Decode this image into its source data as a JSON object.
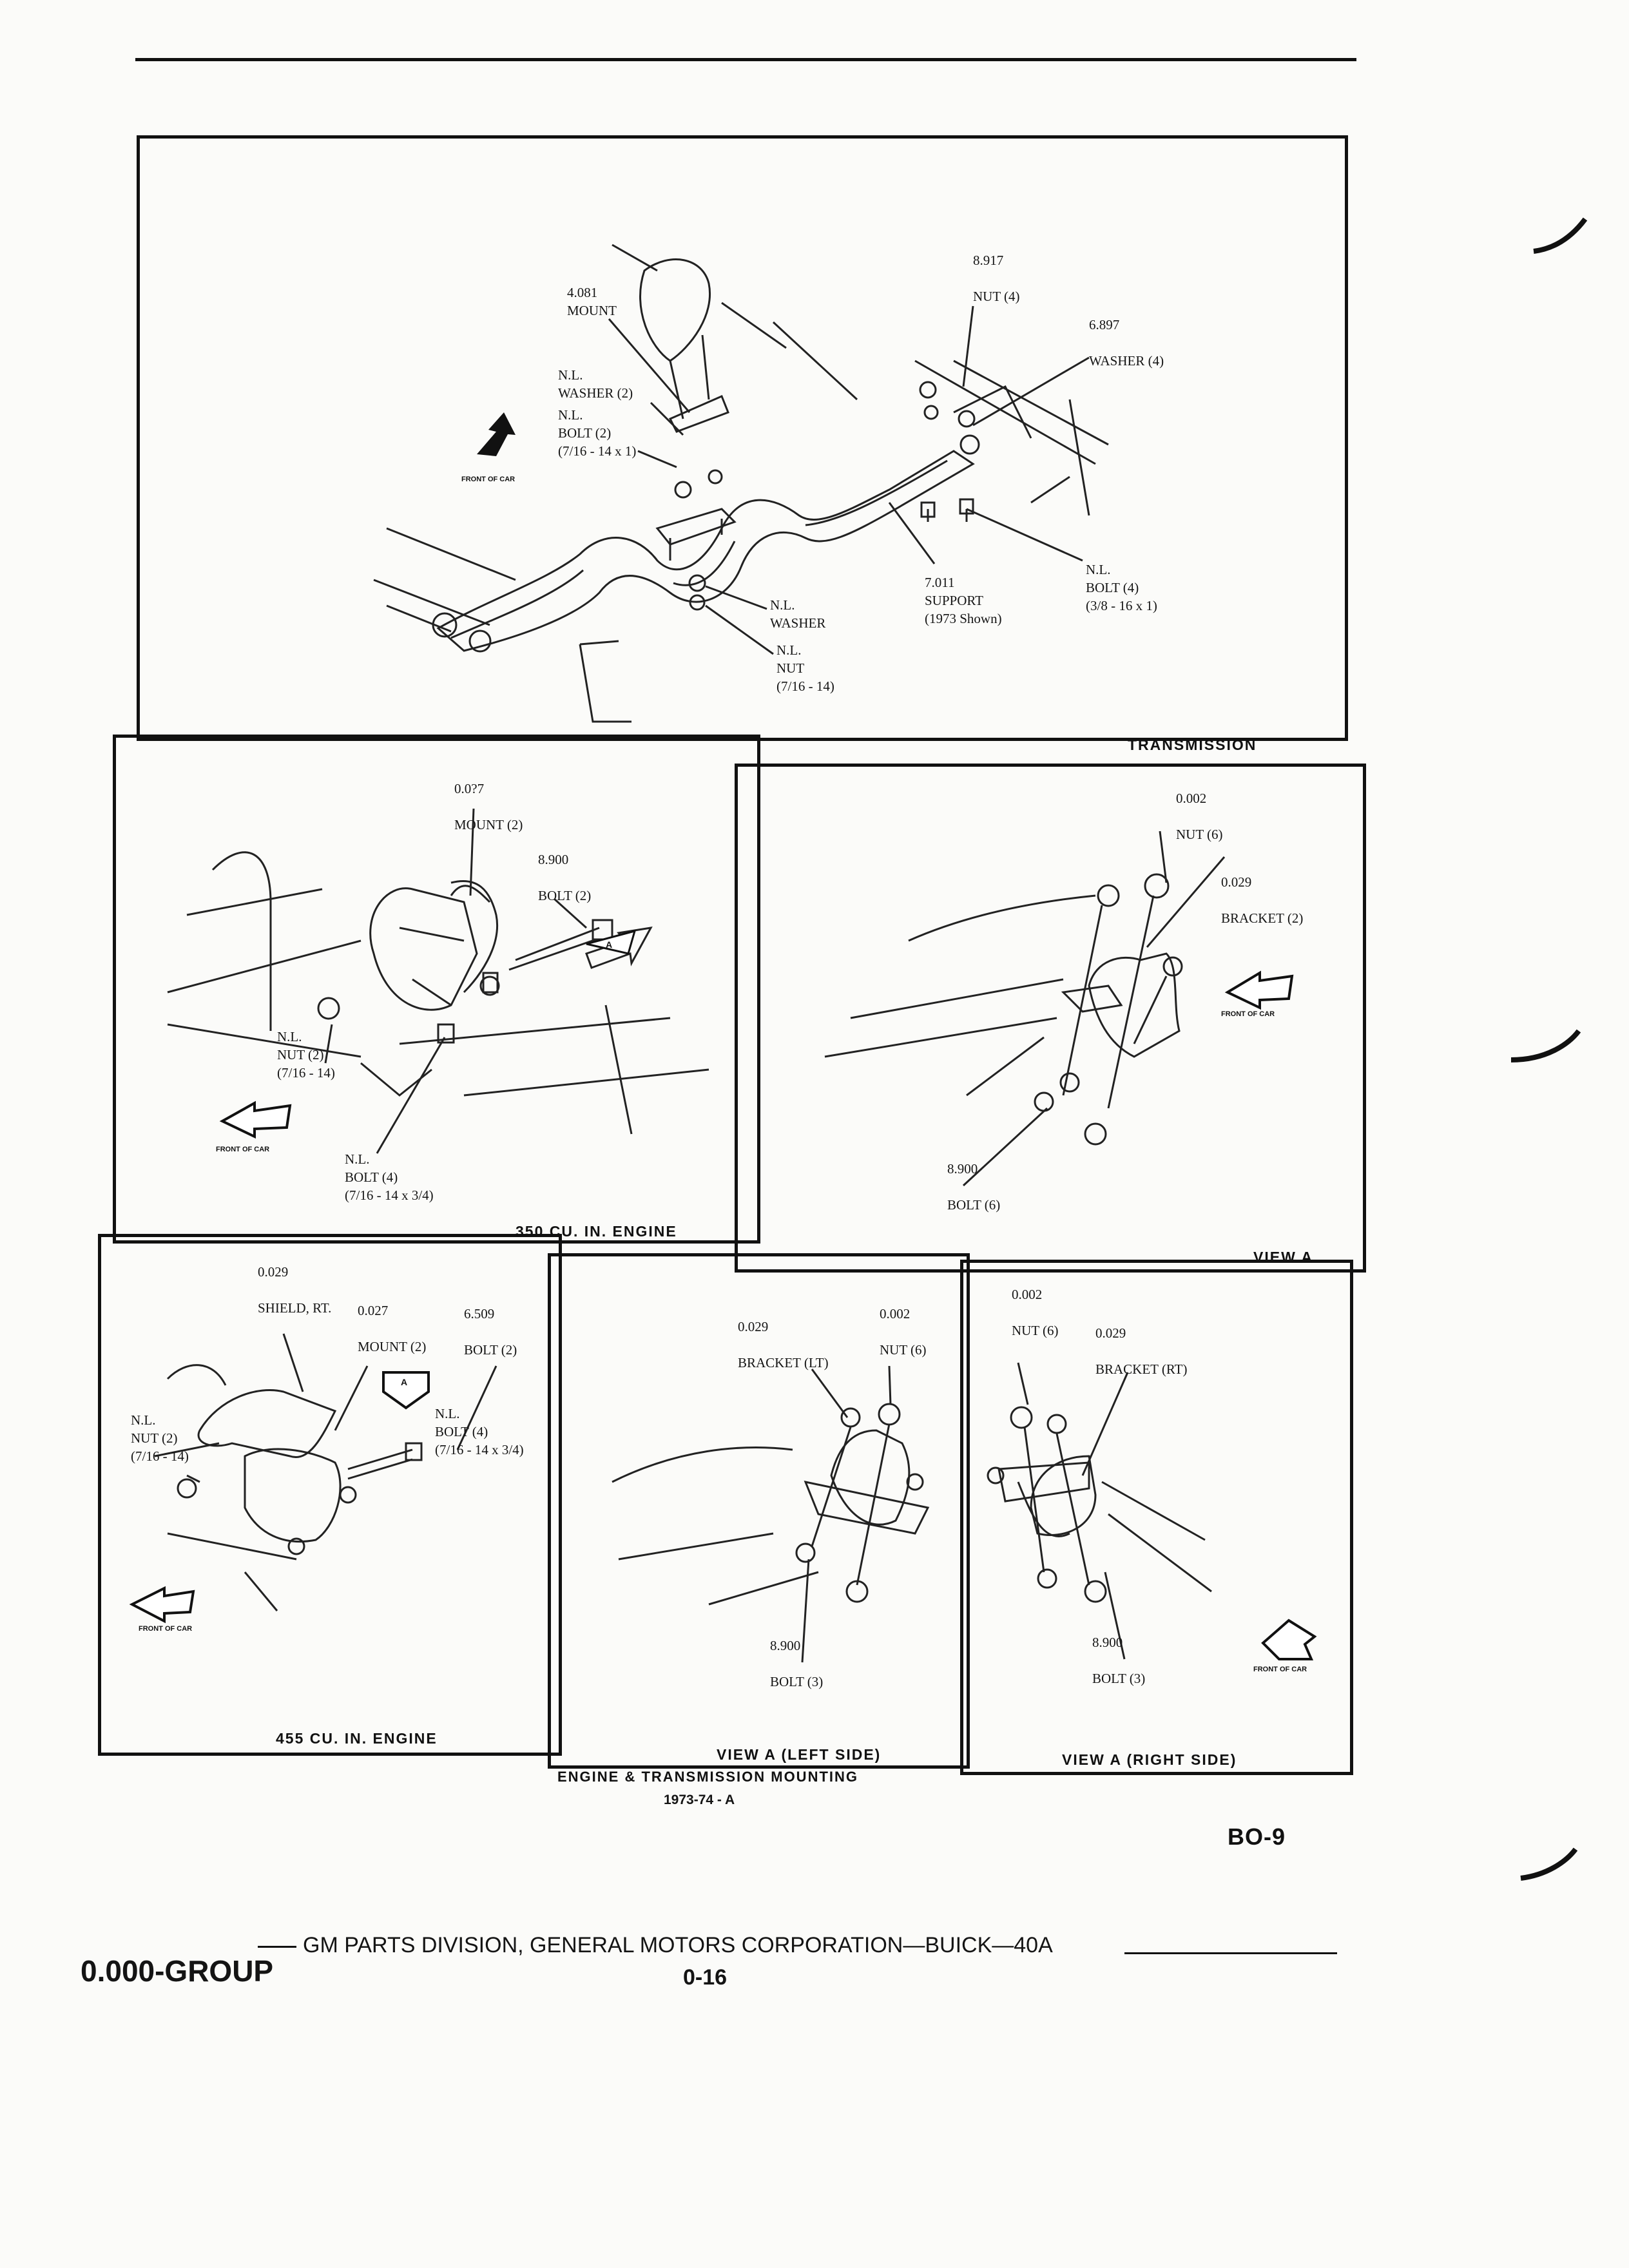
{
  "transmission": {
    "caption": "TRANSMISSION",
    "front_of_car": "FRONT OF CAR",
    "labels": {
      "mount": "4.081\nMOUNT",
      "nl_washer_2": "N.L.\nWASHER (2)",
      "nl_bolt_2": "N.L.\nBOLT (2)\n(7/16 - 14 x 1)",
      "nut_4": "8.917\n\nNUT (4)",
      "washer_4": "6.897\n\nWASHER (4)",
      "nl_bolt_4": "N.L.\nBOLT (4)\n(3/8 - 16 x 1)",
      "support": "7.011\nSUPPORT\n(1973 Shown)",
      "nl_washer": "N.L.\nWASHER",
      "nl_nut": "N.L.\nNUT\n(7/16 - 14)"
    }
  },
  "engine_350": {
    "caption": "350 CU. IN. ENGINE",
    "front_of_car": "FRONT OF CAR",
    "arrow_letter": "A",
    "labels": {
      "mount": "0.0?7\n\nMOUNT (2)",
      "bolt_2": "8.900\n\nBOLT (2)",
      "nl_nut": "N.L.\nNUT (2)\n(7/16 - 14)",
      "nl_bolt": "N.L.\nBOLT (4)\n(7/16 - 14 x 3/4)"
    }
  },
  "view_a": {
    "caption": "VIEW A",
    "front_of_car": "FRONT OF CAR",
    "labels": {
      "nut_6": "0.002\n\nNUT (6)",
      "bracket_2": "0.029\n\nBRACKET (2)",
      "bolt_6": "8.900\n\nBOLT (6)"
    }
  },
  "engine_455": {
    "caption": "455 CU. IN. ENGINE",
    "front_of_car": "FRONT OF CAR",
    "arrow_letter": "A",
    "labels": {
      "shield": "0.029\n\nSHIELD, RT.",
      "mount": "0.027\n\nMOUNT (2)",
      "bolt_2": "6.509\n\nBOLT (2)",
      "nl_nut": "N.L.\nNUT (2)\n(7/16 - 14)",
      "nl_bolt": "N.L.\nBOLT (4)\n(7/16 - 14 x 3/4)"
    }
  },
  "view_a_left": {
    "caption": "VIEW A (LEFT SIDE)",
    "labels": {
      "bracket": "0.029\n\nBRACKET (LT)",
      "nut": "0.002\n\nNUT (6)",
      "bolt": "8.900\n\nBOLT (3)"
    }
  },
  "view_a_right": {
    "caption": "VIEW A (RIGHT SIDE)",
    "front_of_car": "FRONT OF CAR",
    "labels": {
      "nut": "0.002\n\nNUT (6)",
      "bracket": "0.029\n\nBRACKET (RT)",
      "bolt": "8.900\n\nBOLT (3)"
    }
  },
  "figure_title": "ENGINE & TRANSMISSION MOUNTING",
  "figure_subtitle": "1973-74 - A",
  "page_code": "BO-9",
  "footer": {
    "group": "0.000-GROUP",
    "division": "GM PARTS DIVISION, GENERAL MOTORS CORPORATION—BUICK—40A",
    "page_number": "0-16"
  }
}
